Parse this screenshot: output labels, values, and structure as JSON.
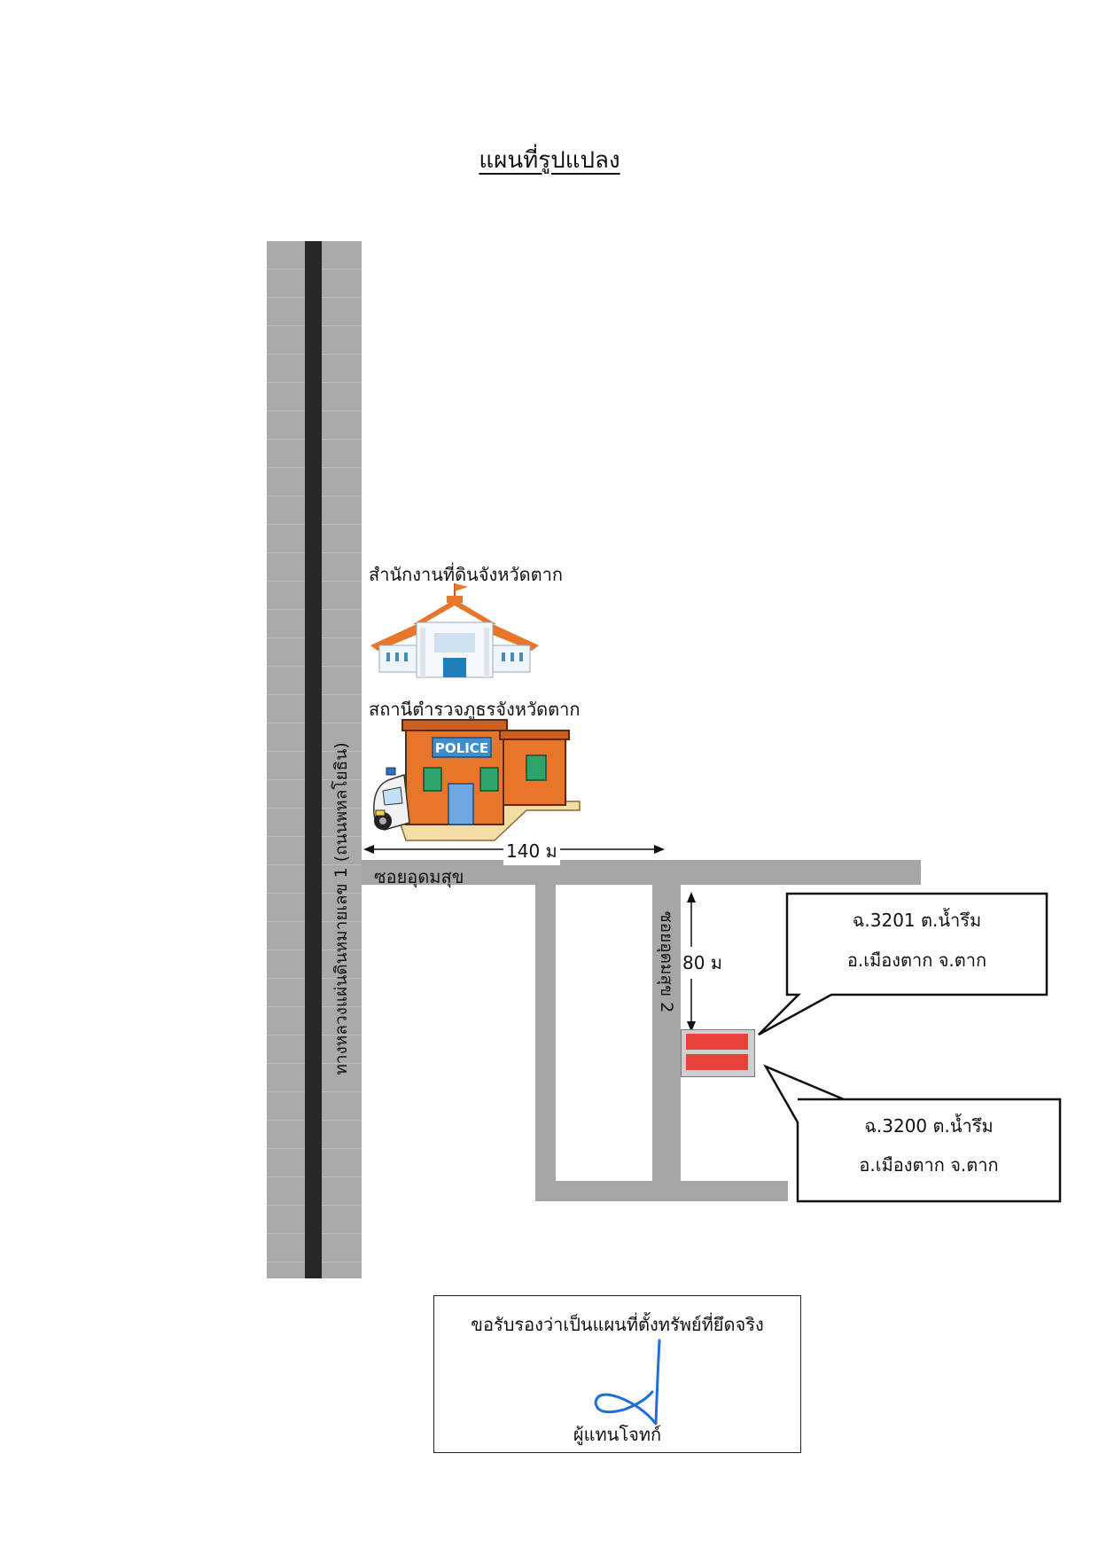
{
  "title": "แผนที่รูปแปลง",
  "highway_label": "ทางหลวงแผ่นดินหมายเลข 1 (ถนนพหลโยธิน)",
  "land_office_label": "สำนักงานที่ดินจังหวัดตาก",
  "police_station_label": "สถานีตำรวจภูธรจังหวัดตาก",
  "police_sign": "POLICE",
  "distance_horizontal": "140 ม",
  "distance_vertical": "80 ม",
  "soi_main_label": "ซอยอุดมสุข",
  "soi_2_label": "ซอยอุดมสุข 2",
  "callout_top": {
    "line1": "ฉ.3201 ต.น้ำรึม",
    "line2": "อ.เมืองตาก จ.ตาก"
  },
  "callout_bottom": {
    "line1": "ฉ.3200 ต.น้ำรึม",
    "line2": "อ.เมืองตาก จ.ตาก"
  },
  "certification": {
    "statement": "ขอรับรองว่าเป็นแผนที่ตั้งทรัพย์ที่ยึดจริง",
    "signer": "ผู้แทนโจทก์"
  },
  "colors": {
    "road": "#a6a6a6",
    "highway_center_line": "#262626",
    "parcel": "#e8423b",
    "building_orange": "#e8762a",
    "signature_ink": "#1f6fd6"
  }
}
